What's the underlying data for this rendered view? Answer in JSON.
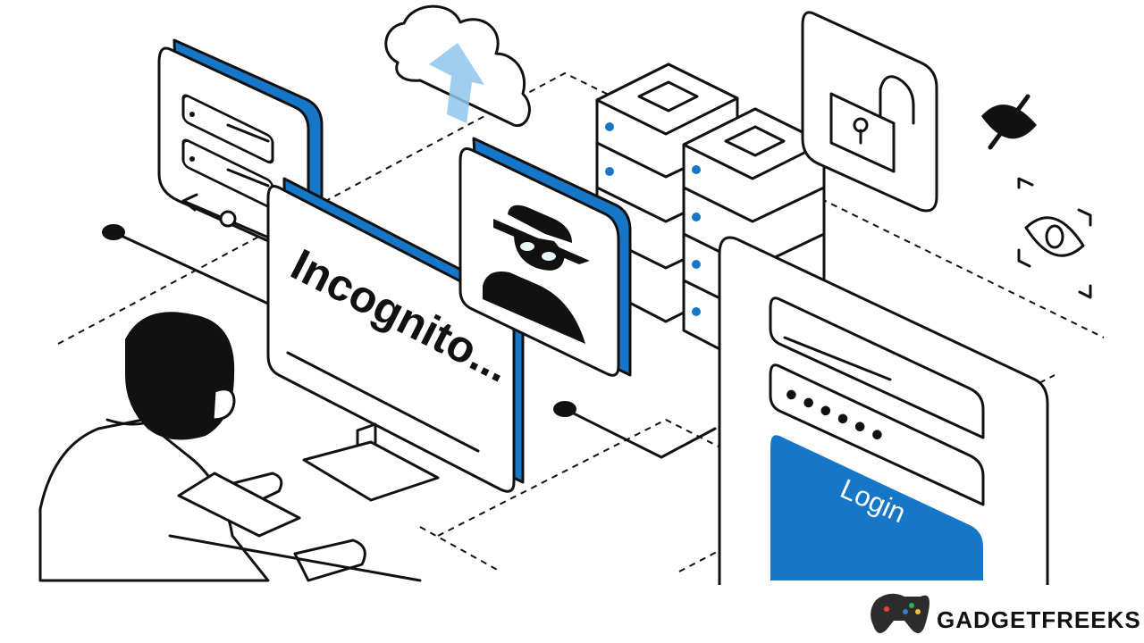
{
  "illustration": {
    "monitor_text": "Incognito...",
    "login_button_label": "Login",
    "password_mask": "••••••",
    "icons": [
      "cloud-upload-icon",
      "server-stack-icon",
      "padlock-open-icon",
      "eye-slash-icon",
      "eye-scan-icon",
      "spy-icon",
      "user-illustration"
    ]
  },
  "brand": {
    "name": "GADGETFREEKS",
    "logo_icon": "gamepad-icon"
  },
  "colors": {
    "accent": "#1677c9",
    "ink": "#111111",
    "panel_tint": "#e9f7fb",
    "background": "#ffffff"
  }
}
